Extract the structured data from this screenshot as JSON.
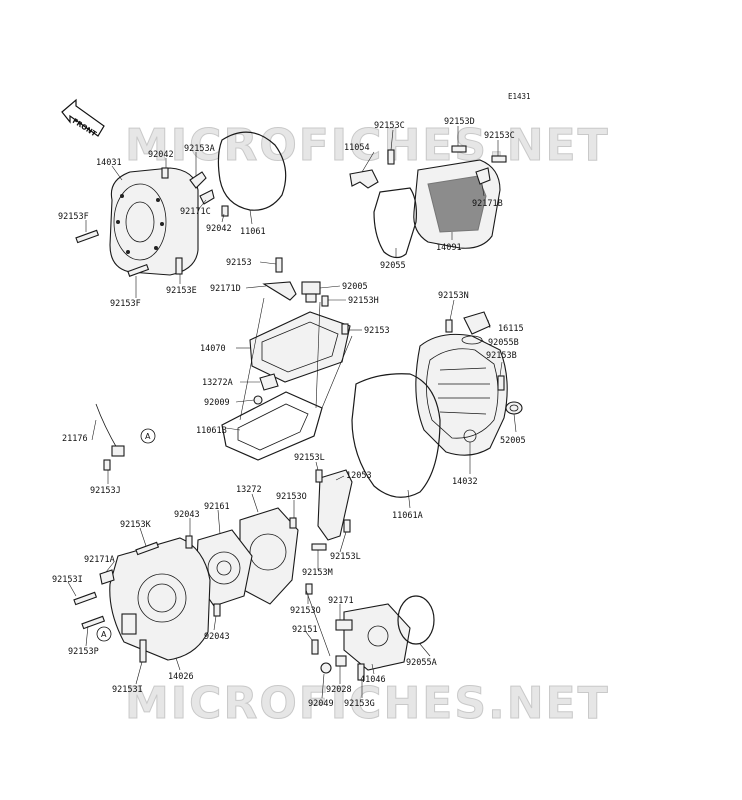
{
  "diagram": {
    "code": "E1431",
    "front_label": "FRONT",
    "watermark": "MICROFICHES.NET",
    "callout": "A",
    "labels": {
      "p14031": "14031",
      "p92042a": "92042",
      "p92153A": "92153A",
      "p92153F_a": "92153F",
      "p92171C": "92171C",
      "p92042b": "92042",
      "p11061": "11061",
      "p92153F_b": "92153F",
      "p92153E": "92153E",
      "p92153C_a": "92153C",
      "p92153D": "92153D",
      "p11054": "11054",
      "p92153C_b": "92153C",
      "p92171B": "92171B",
      "p92055": "92055",
      "p14091": "14091",
      "p92153_a": "92153",
      "p92171D": "92171D",
      "p92005": "92005",
      "p92153H": "92153H",
      "p92153_b": "92153",
      "p14070": "14070",
      "p13272A": "13272A",
      "p92009": "92009",
      "p11061B": "11061B",
      "p92153N": "92153N",
      "p16115": "16115",
      "p92055B": "92055B",
      "p92153B": "92153B",
      "p52005": "52005",
      "p14032": "14032",
      "p21176": "21176",
      "p92153J": "92153J",
      "p92153L_a": "92153L",
      "p12053": "12053",
      "p11061A": "11061A",
      "p13272": "13272",
      "p92161": "92161",
      "p92153O_a": "92153O",
      "p92153K": "92153K",
      "p92043a": "92043",
      "p92153L_b": "92153L",
      "p92171A": "92171A",
      "p92153M": "92153M",
      "p92153I_a": "92153I",
      "p92153O_b": "92153O",
      "p92171": "92171",
      "p92043b": "92043",
      "p92153P": "92153P",
      "p92151": "92151",
      "p92055A": "92055A",
      "p14026": "14026",
      "p41046": "41046",
      "p92153I_b": "92153I",
      "p92028": "92028",
      "p92049": "92049",
      "p92153G": "92153G"
    }
  }
}
